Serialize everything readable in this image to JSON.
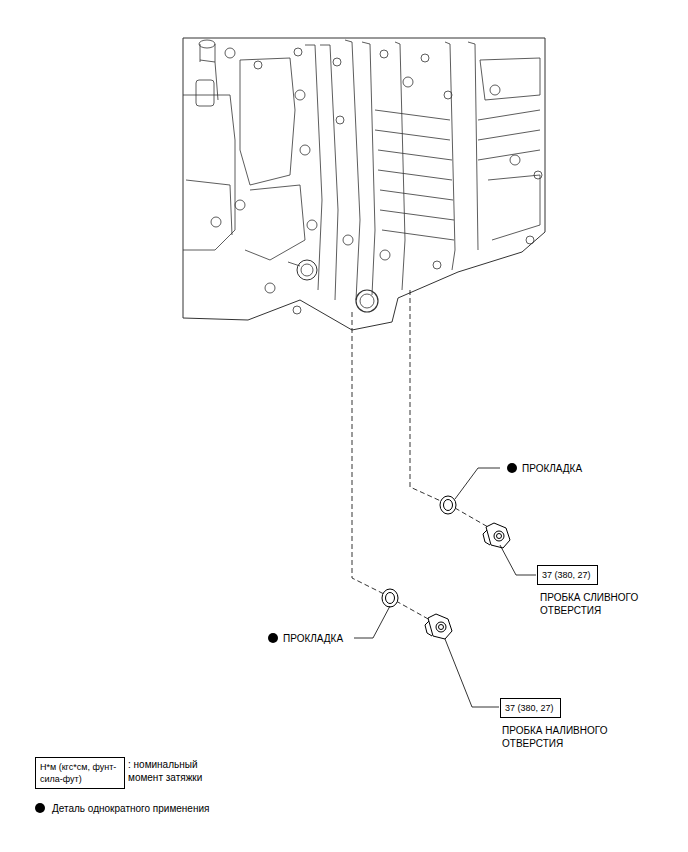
{
  "diagram": {
    "nodes": [
      {
        "text": [
          "37 (380, 27)"
        ]
      },
      {
        "text": [
          "37 (380, 27)"
        ]
      },
      {
        "text": [
          "Н*м (кгс*см, фунт-сила-фут)"
        ]
      }
    ],
    "labels": [
      "ПРОКЛАДКА",
      "ПРОБКА СЛИВНОГО ОТВЕРСТИЯ",
      "ПРОКЛАДКА",
      "ПРОБКА НАЛИВНОГО ОТВЕРСТИЯ",
      ": номинальный момент затяжки"
    ],
    "legend": [
      {
        "text": "Деталь однократного применения"
      }
    ]
  }
}
